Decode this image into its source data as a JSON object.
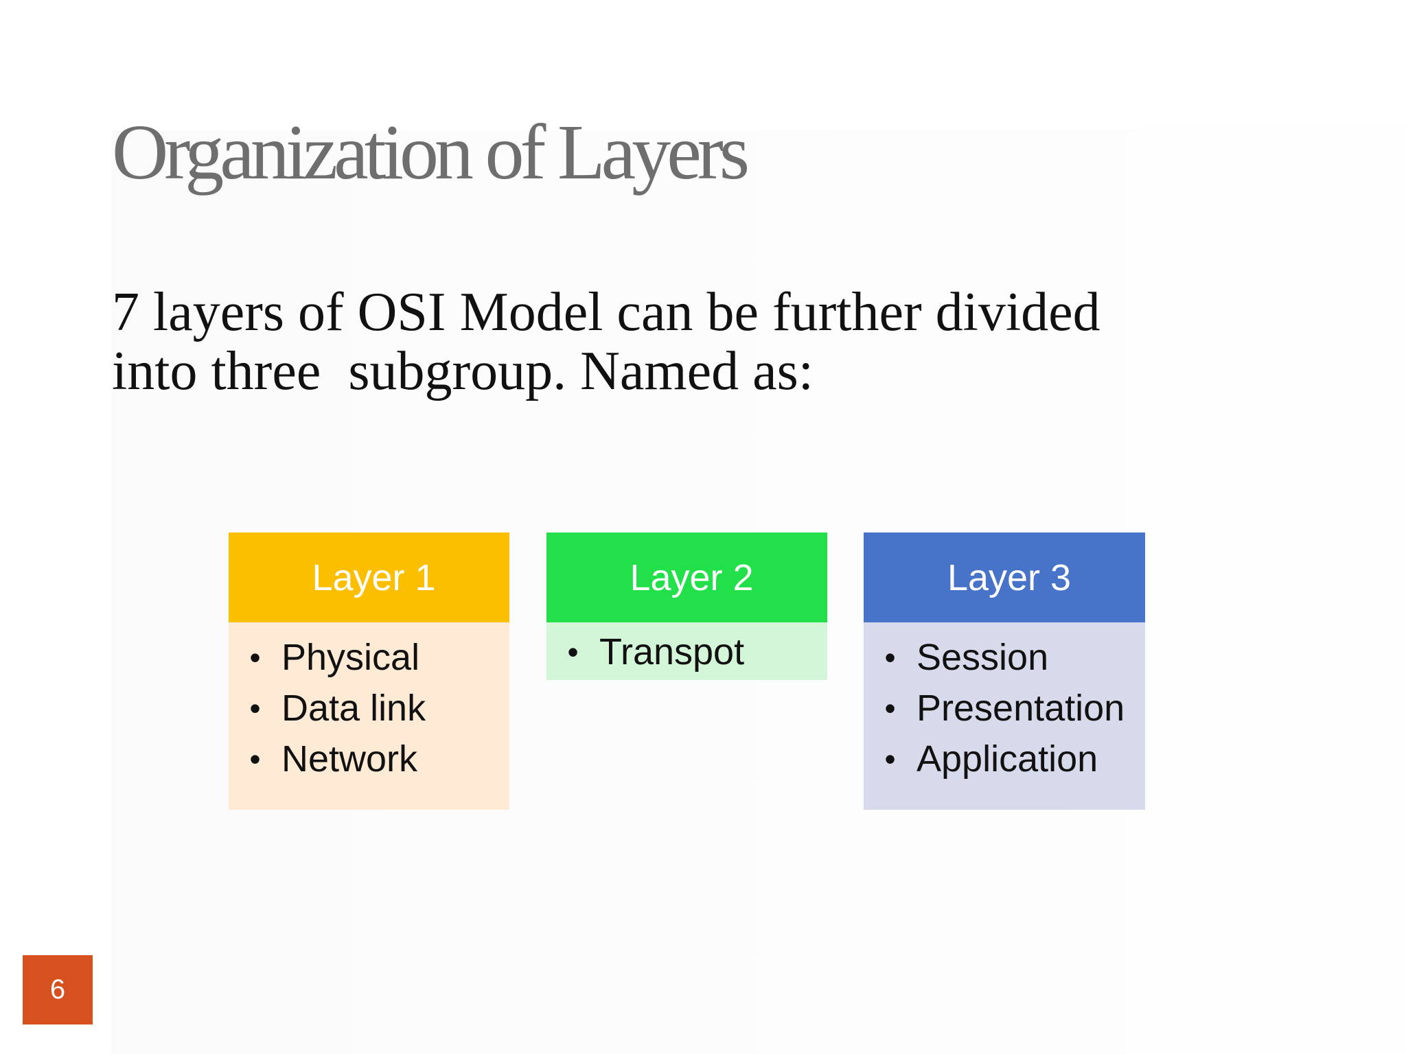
{
  "slide": {
    "title": "Organization of Layers",
    "body": "7 layers of OSI Model can be further divided\ninto three  subgroup. Named as:",
    "number": "6"
  },
  "groups": [
    {
      "header": "Layer 1",
      "header_color": "#fbbf00",
      "body_color": "#feead5",
      "items": [
        "Physical",
        "Data link",
        "Network"
      ]
    },
    {
      "header": "Layer 2",
      "header_color": "#22e04a",
      "body_color": "#d3f6d9",
      "items": [
        "Transpot"
      ]
    },
    {
      "header": "Layer 3",
      "header_color": "#4773c8",
      "body_color": "#d6daea",
      "items": [
        "Session",
        "Presentation",
        "Application"
      ]
    }
  ],
  "bullet_glyph": "•",
  "colors": {
    "title": "#6e6e6e",
    "body_text": "#111111",
    "slide_number_bg": "#d6511d"
  }
}
